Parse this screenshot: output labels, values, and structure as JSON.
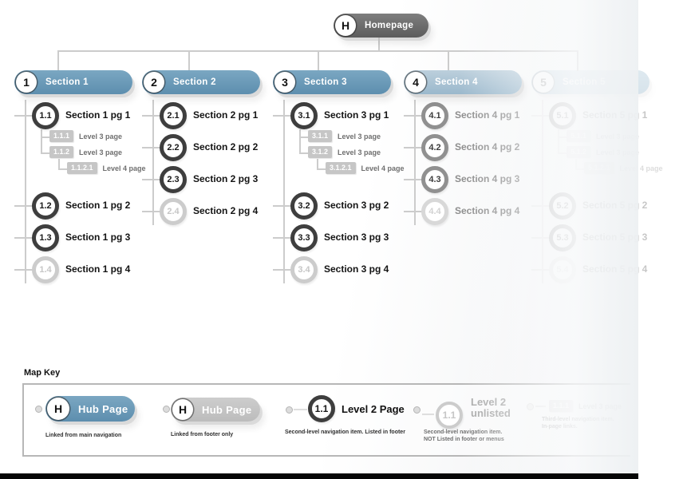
{
  "homepage": {
    "badge": "H",
    "label": "Homepage"
  },
  "sections": [
    {
      "number": "1",
      "label": "Section 1",
      "tone": "dark",
      "pages": [
        {
          "id": "1.1",
          "label": "Section 1 pg 1",
          "unlisted": false,
          "children": [
            {
              "id": "1.1.1",
              "label": "Level 3 page",
              "indent": 0
            },
            {
              "id": "1.1.2",
              "label": "Level 3 page",
              "indent": 0
            },
            {
              "id": "1.1.2.1",
              "label": "Level 4 page",
              "indent": 1
            }
          ]
        },
        {
          "id": "1.2",
          "label": "Section 1 pg 2",
          "unlisted": false
        },
        {
          "id": "1.3",
          "label": "Section 1 pg 3",
          "unlisted": false
        },
        {
          "id": "1.4",
          "label": "Section 1 pg 4",
          "unlisted": true
        }
      ]
    },
    {
      "number": "2",
      "label": "Section 2",
      "tone": "dark",
      "pages": [
        {
          "id": "2.1",
          "label": "Section 2 pg 1",
          "unlisted": false
        },
        {
          "id": "2.2",
          "label": "Section 2 pg 2",
          "unlisted": false
        },
        {
          "id": "2.3",
          "label": "Section 2 pg 3",
          "unlisted": false
        },
        {
          "id": "2.4",
          "label": "Section 2 pg 4",
          "unlisted": true
        }
      ]
    },
    {
      "number": "3",
      "label": "Section 3",
      "tone": "dark",
      "pages": [
        {
          "id": "3.1",
          "label": "Section 3 pg 1",
          "unlisted": false,
          "children": [
            {
              "id": "3.1.1",
              "label": "Level 3 page",
              "indent": 0
            },
            {
              "id": "3.1.2",
              "label": "Level 3 page",
              "indent": 0
            },
            {
              "id": "3.1.2.1",
              "label": "Level 4 page",
              "indent": 1
            }
          ]
        },
        {
          "id": "3.2",
          "label": "Section 3 pg 2",
          "unlisted": false
        },
        {
          "id": "3.3",
          "label": "Section 3 pg 3",
          "unlisted": false
        },
        {
          "id": "3.4",
          "label": "Section 3 pg 4",
          "unlisted": true
        }
      ]
    },
    {
      "number": "4",
      "label": "Section 4",
      "tone": "gray",
      "pages": [
        {
          "id": "4.1",
          "label": "Section 4 pg 1",
          "unlisted": false
        },
        {
          "id": "4.2",
          "label": "Section 4 pg 2",
          "unlisted": false
        },
        {
          "id": "4.3",
          "label": "Section 4 pg 3",
          "unlisted": false
        },
        {
          "id": "4.4",
          "label": "Section 4 pg 4",
          "unlisted": true
        }
      ]
    },
    {
      "number": "5",
      "label": "Section 5",
      "tone": "ghost",
      "pages": [
        {
          "id": "5.1",
          "label": "Section 5 pg 1",
          "unlisted": false,
          "children": [
            {
              "id": "5.1.1",
              "label": "Level 3 page",
              "indent": 0
            },
            {
              "id": "5.1.2",
              "label": "Level 3 page",
              "indent": 0
            },
            {
              "id": "5.1.2.1",
              "label": "Level 4 page",
              "indent": 1
            }
          ]
        },
        {
          "id": "5.2",
          "label": "Section 5 pg 2",
          "unlisted": false
        },
        {
          "id": "5.3",
          "label": "Section 5 pg 3",
          "unlisted": false
        },
        {
          "id": "5.4",
          "label": "Section 5 pg 4",
          "unlisted": true
        }
      ]
    }
  ],
  "map_key": {
    "title": "Map Key",
    "items": [
      {
        "type": "hub",
        "badge": "H",
        "label": "Hub Page",
        "variant": "primary",
        "caption": "Linked from main navigation"
      },
      {
        "type": "hub",
        "badge": "H",
        "label": "Hub Page",
        "variant": "muted",
        "caption": "Linked from footer only"
      },
      {
        "type": "level2",
        "id": "1.1",
        "label": "Level 2 Page",
        "variant": "normal",
        "caption": "Second-level navigation item. Listed in footer"
      },
      {
        "type": "level2",
        "id": "1.1",
        "label": "Level 2\nunlisted",
        "variant": "unlisted",
        "caption": "Second-level navigation item.\nNOT Listed in footer or menus"
      },
      {
        "type": "level3",
        "id": "1.1.1",
        "label": "Level 3 page",
        "variant": "ghost",
        "caption": "Third-level navigation item.\nIn-page links."
      }
    ]
  },
  "colors": {
    "accent_blue": "#6d9bb9",
    "accent_blue_light": "#a9c2d3",
    "hub_gray": "#6b6b6b",
    "muted_pill": "#c4c4c4",
    "node_border_dark": "#3e3e3e",
    "node_border_unlisted": "#cccccc",
    "level3_box": "#c6c6c6",
    "connector": "#cccccc"
  }
}
